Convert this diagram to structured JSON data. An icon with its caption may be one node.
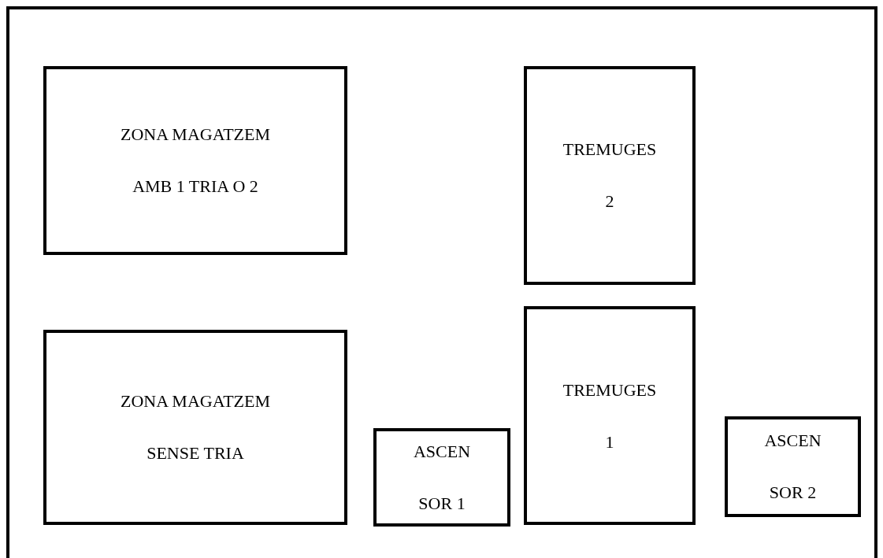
{
  "diagram": {
    "nodes": [
      {
        "text": [],
        "shape": "box"
      },
      {
        "text": [
          "ZONA MAGATZEM AMB 1 TRIA O 2"
        ],
        "in": 0
      },
      {
        "text": [
          "TREMUGES 2"
        ],
        "in": 0
      },
      {
        "text": [
          "ZONA MAGATZEM SENSE TRIA"
        ],
        "in": 0
      },
      {
        "text": [
          "ASCEN SOR 1"
        ],
        "in": 0
      },
      {
        "text": [
          "TREMUGES 1"
        ],
        "in": 0
      },
      {
        "text": [
          "ASCEN SOR 2"
        ],
        "in": 0
      }
    ]
  }
}
